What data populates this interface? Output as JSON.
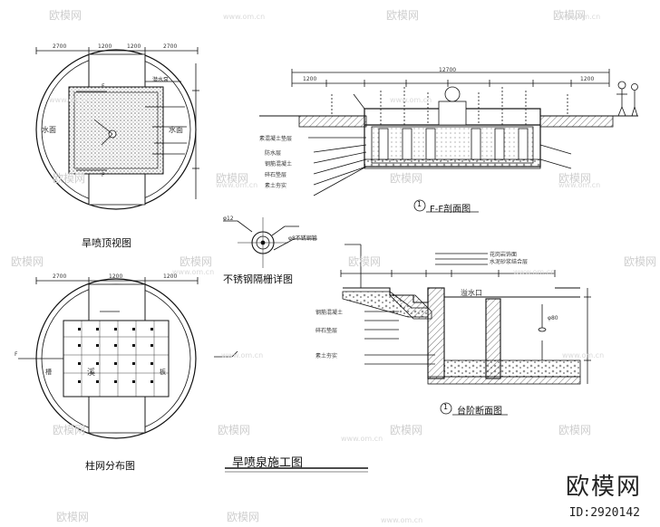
{
  "titles": {
    "top_view": "旱喷顶视图",
    "grid_layout": "柱网分布图",
    "railing_detail": "不锈钢隔栅详图",
    "section_ff": "F-F剖面图",
    "step_section": "台阶断面图",
    "main_title": "旱喷泉施工图",
    "section_ff_index": "1",
    "step_section_index": "1"
  },
  "labels": {
    "water_surface_left": "水面",
    "water_surface_right": "水面",
    "pool_dims": [
      "2700",
      "1200",
      "1200",
      "2700"
    ],
    "ff_overall": "12700",
    "ff_left": "1200",
    "ff_right": "1200",
    "section_marker": "F",
    "mark_cao": "槽",
    "mark_ban": "板",
    "pump_mark": "潜水泵",
    "grid_center": "溪",
    "scale_left": "2700",
    "scale_right": "1200",
    "scale_mid": "1200",
    "railing_tag_left": "φ12",
    "railing_tag_right": "φ8不锈钢管",
    "step_dim_a": "φ80",
    "step_label": "溢水口",
    "notes_ff": [
      "素混凝土垫层",
      "防水层",
      "钢筋混凝土",
      "碎石垫层",
      "素土夯实"
    ],
    "notes_step": [
      "花岗岩饰面",
      "水泥砂浆结合层",
      "钢筋混凝土",
      "碎石垫层",
      "素土夯实"
    ]
  },
  "watermarks": {
    "brand": "欧模网",
    "site": "www.om.cn",
    "id": "ID:2920142"
  }
}
